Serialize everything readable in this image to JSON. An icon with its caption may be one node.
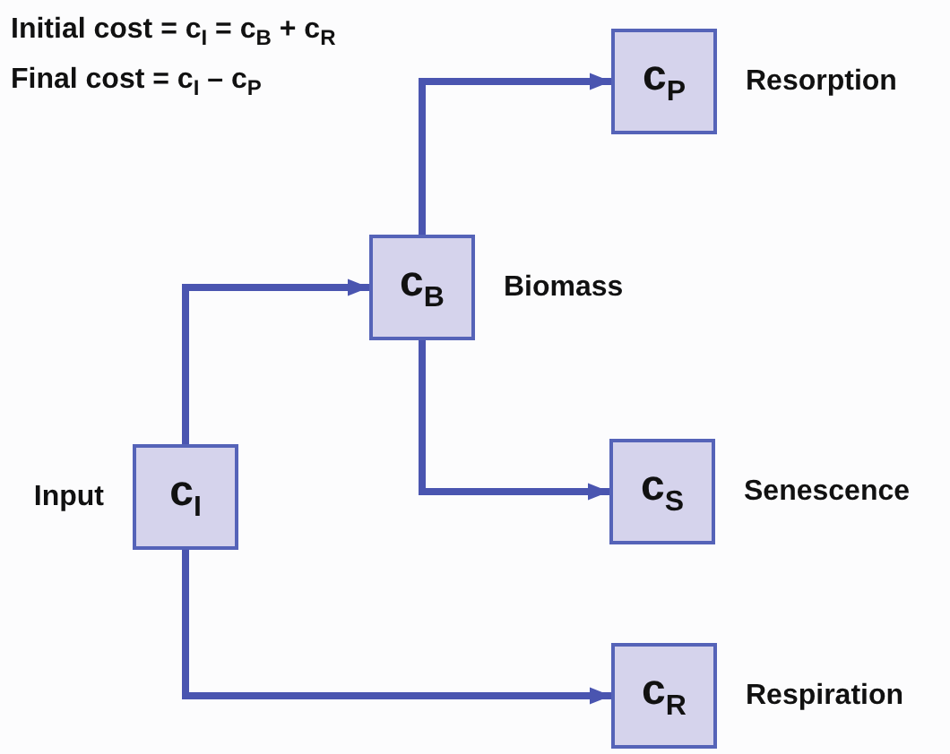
{
  "diagram": {
    "nodes": [
      {
        "text": [
          "c$_{I}$"
        ],
        "beside": [
          "Input"
        ]
      },
      {
        "text": [
          "c$_{B}$"
        ],
        "beside": [
          "Biomass"
        ]
      },
      {
        "text": [
          "c$_{P}$"
        ],
        "beside": [
          "Resorption"
        ]
      },
      {
        "text": [
          "c$_{S}$"
        ],
        "beside": [
          "Senescence"
        ]
      },
      {
        "text": [
          "c$_{R}$"
        ],
        "beside": [
          "Respiration"
        ]
      }
    ],
    "edges": [
      {
        "from": 0,
        "to": 1,
        "arrow": "to"
      },
      {
        "from": 1,
        "to": 2,
        "arrow": "to"
      },
      {
        "from": 1,
        "to": 3,
        "arrow": "to"
      },
      {
        "from": 0,
        "to": 4,
        "arrow": "to"
      }
    ],
    "labels": [
      "Initial cost = c$_{I}$ = c$_{B}$ + c$_{R}$",
      "Final cost = c$_{I}$ – c$_{P}$"
    ]
  }
}
